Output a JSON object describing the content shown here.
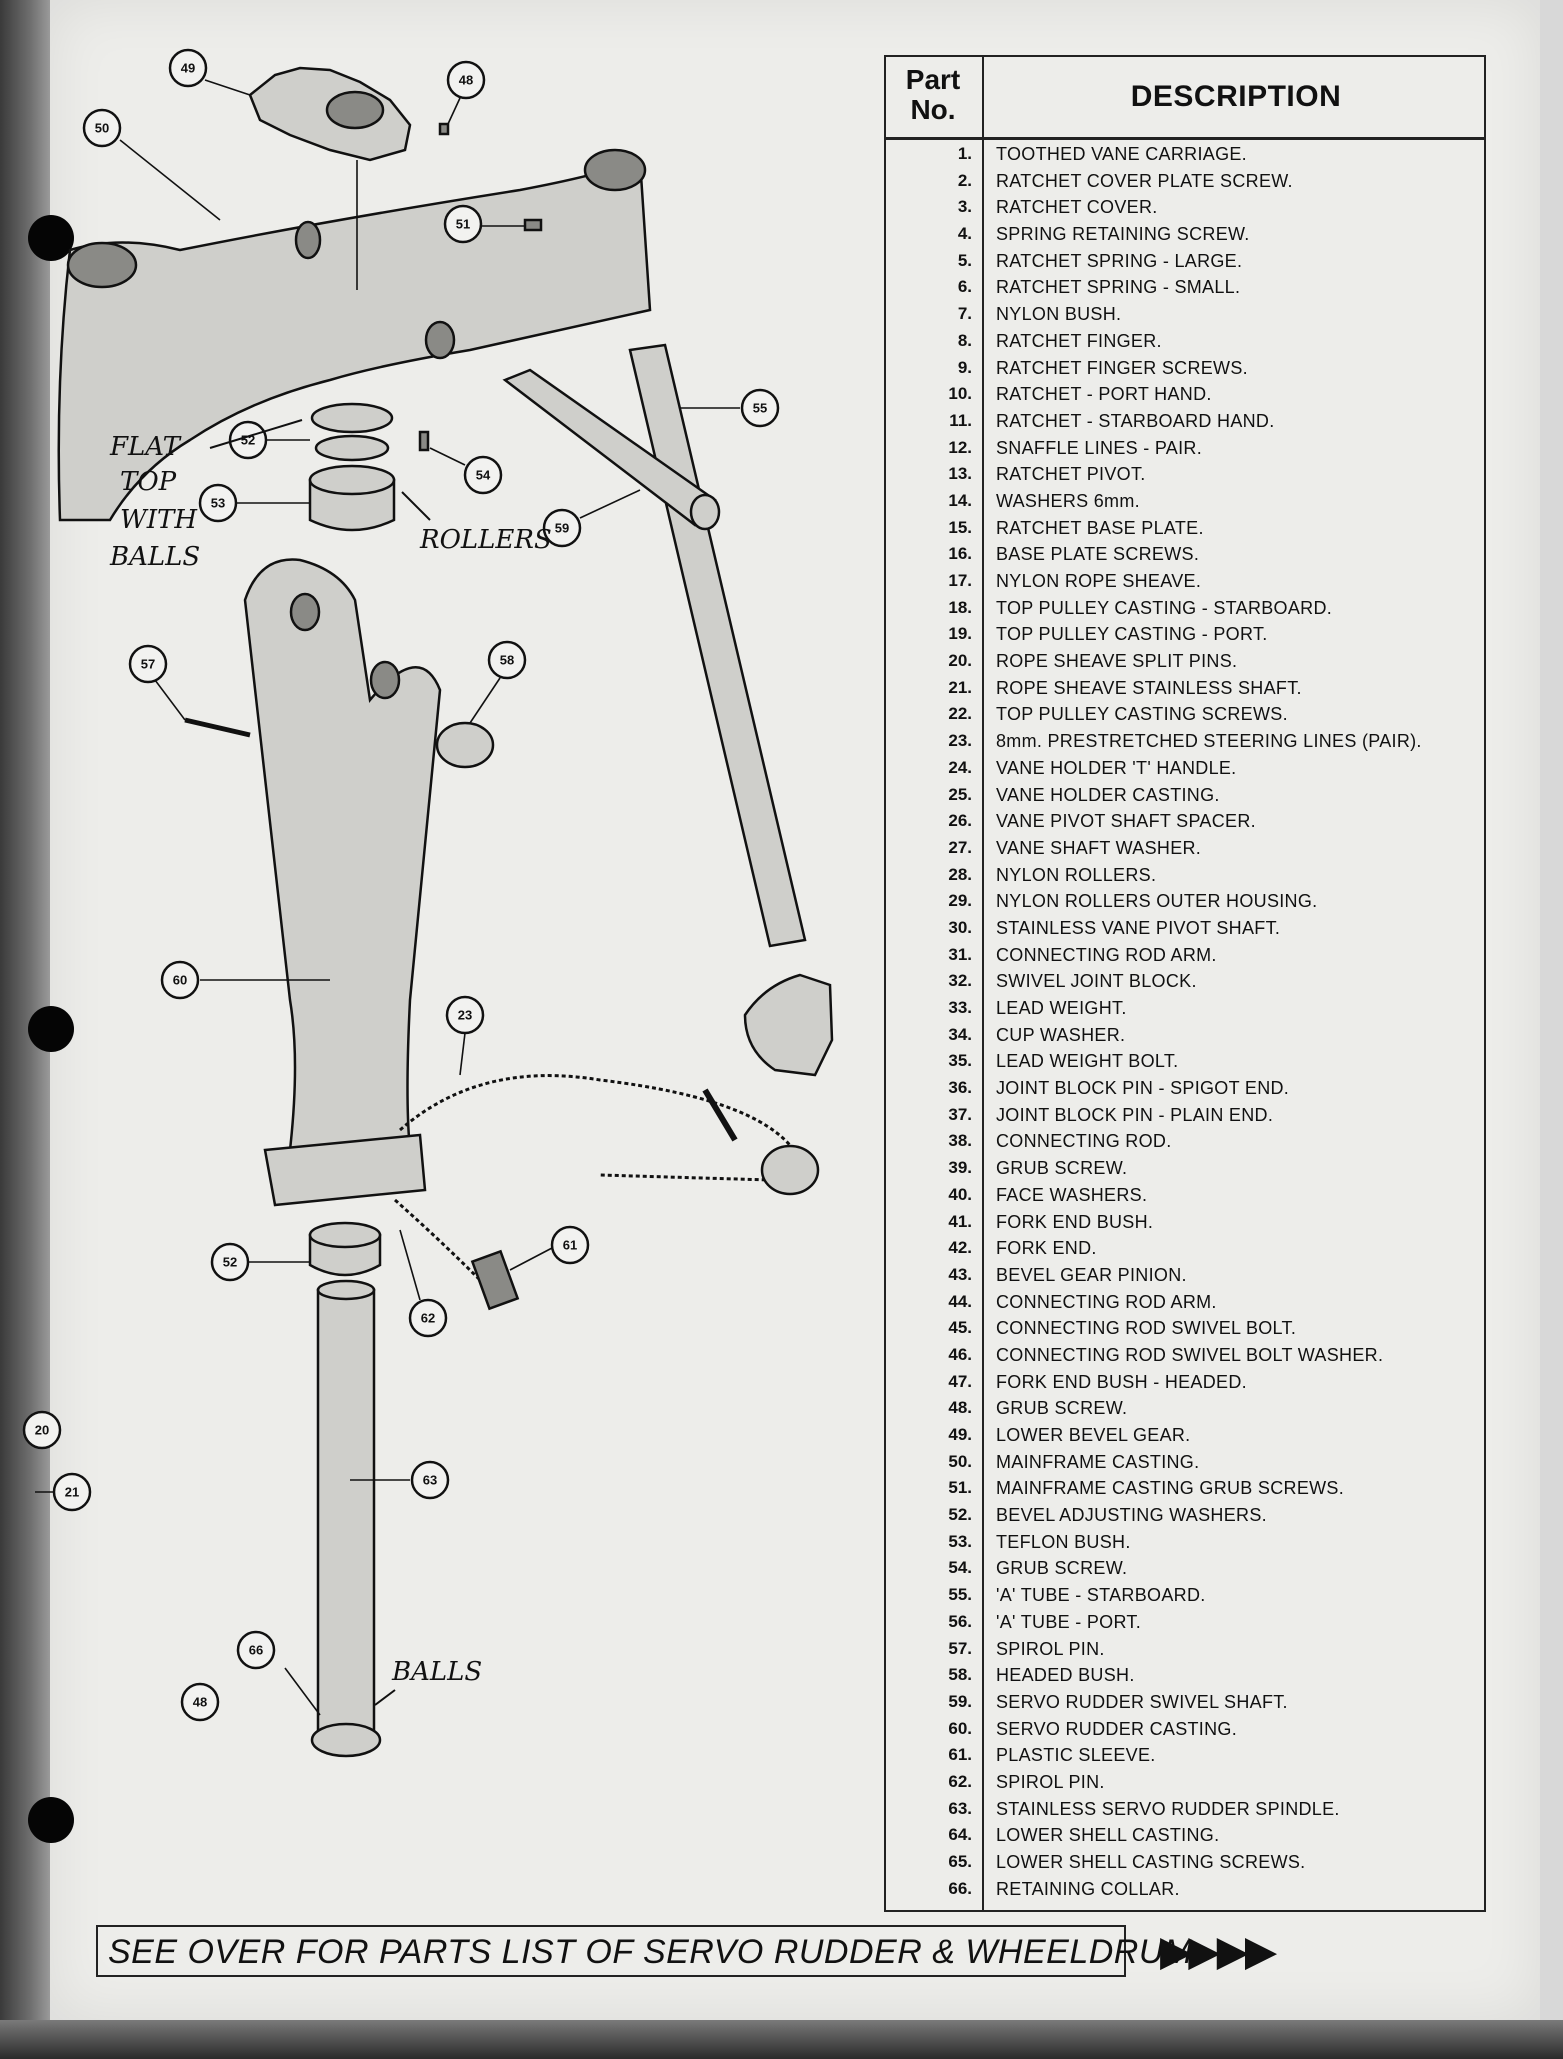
{
  "table": {
    "header_partno": "Part\nNo.",
    "header_description": "DESCRIPTION",
    "parts": [
      {
        "no": "1.",
        "desc": "TOOTHED VANE CARRIAGE."
      },
      {
        "no": "2.",
        "desc": "RATCHET COVER PLATE SCREW."
      },
      {
        "no": "3.",
        "desc": "RATCHET COVER."
      },
      {
        "no": "4.",
        "desc": "SPRING RETAINING SCREW."
      },
      {
        "no": "5.",
        "desc": "RATCHET SPRING - LARGE."
      },
      {
        "no": "6.",
        "desc": "RATCHET SPRING - SMALL."
      },
      {
        "no": "7.",
        "desc": "NYLON BUSH."
      },
      {
        "no": "8.",
        "desc": "RATCHET FINGER."
      },
      {
        "no": "9.",
        "desc": "RATCHET FINGER SCREWS."
      },
      {
        "no": "10.",
        "desc": "RATCHET - PORT HAND."
      },
      {
        "no": "11.",
        "desc": "RATCHET - STARBOARD HAND."
      },
      {
        "no": "12.",
        "desc": "SNAFFLE LINES - PAIR."
      },
      {
        "no": "13.",
        "desc": "RATCHET PIVOT."
      },
      {
        "no": "14.",
        "desc": "WASHERS 6mm."
      },
      {
        "no": "15.",
        "desc": "RATCHET BASE PLATE."
      },
      {
        "no": "16.",
        "desc": "BASE PLATE SCREWS."
      },
      {
        "no": "17.",
        "desc": "NYLON ROPE SHEAVE."
      },
      {
        "no": "18.",
        "desc": "TOP PULLEY CASTING - STARBOARD."
      },
      {
        "no": "19.",
        "desc": "TOP PULLEY CASTING - PORT."
      },
      {
        "no": "20.",
        "desc": "ROPE SHEAVE SPLIT PINS."
      },
      {
        "no": "21.",
        "desc": "ROPE SHEAVE STAINLESS SHAFT."
      },
      {
        "no": "22.",
        "desc": "TOP PULLEY CASTING SCREWS."
      },
      {
        "no": "23.",
        "desc": "8mm. PRESTRETCHED STEERING LINES (PAIR)."
      },
      {
        "no": "24.",
        "desc": "VANE HOLDER 'T' HANDLE."
      },
      {
        "no": "25.",
        "desc": "VANE HOLDER CASTING."
      },
      {
        "no": "26.",
        "desc": "VANE PIVOT SHAFT SPACER."
      },
      {
        "no": "27.",
        "desc": "VANE SHAFT WASHER."
      },
      {
        "no": "28.",
        "desc": "NYLON ROLLERS."
      },
      {
        "no": "29.",
        "desc": "NYLON ROLLERS OUTER HOUSING."
      },
      {
        "no": "30.",
        "desc": "STAINLESS VANE PIVOT SHAFT."
      },
      {
        "no": "31.",
        "desc": "CONNECTING ROD ARM."
      },
      {
        "no": "32.",
        "desc": "SWIVEL JOINT BLOCK."
      },
      {
        "no": "33.",
        "desc": "LEAD WEIGHT."
      },
      {
        "no": "34.",
        "desc": "CUP WASHER."
      },
      {
        "no": "35.",
        "desc": "LEAD WEIGHT BOLT."
      },
      {
        "no": "36.",
        "desc": "JOINT BLOCK PIN - SPIGOT END."
      },
      {
        "no": "37.",
        "desc": "JOINT BLOCK PIN - PLAIN END."
      },
      {
        "no": "38.",
        "desc": "CONNECTING ROD."
      },
      {
        "no": "39.",
        "desc": "GRUB SCREW."
      },
      {
        "no": "40.",
        "desc": "FACE WASHERS."
      },
      {
        "no": "41.",
        "desc": "FORK END BUSH."
      },
      {
        "no": "42.",
        "desc": "FORK END."
      },
      {
        "no": "43.",
        "desc": "BEVEL GEAR PINION."
      },
      {
        "no": "44.",
        "desc": "CONNECTING ROD ARM."
      },
      {
        "no": "45.",
        "desc": "CONNECTING ROD SWIVEL BOLT."
      },
      {
        "no": "46.",
        "desc": "CONNECTING ROD SWIVEL BOLT WASHER."
      },
      {
        "no": "47.",
        "desc": "FORK END BUSH - HEADED."
      },
      {
        "no": "48.",
        "desc": "GRUB SCREW."
      },
      {
        "no": "49.",
        "desc": "LOWER BEVEL GEAR."
      },
      {
        "no": "50.",
        "desc": "MAINFRAME CASTING."
      },
      {
        "no": "51.",
        "desc": "MAINFRAME CASTING GRUB SCREWS."
      },
      {
        "no": "52.",
        "desc": "BEVEL ADJUSTING WASHERS."
      },
      {
        "no": "53.",
        "desc": "TEFLON BUSH."
      },
      {
        "no": "54.",
        "desc": "GRUB SCREW."
      },
      {
        "no": "55.",
        "desc": "'A' TUBE - STARBOARD."
      },
      {
        "no": "56.",
        "desc": "'A' TUBE - PORT."
      },
      {
        "no": "57.",
        "desc": "SPIROL PIN."
      },
      {
        "no": "58.",
        "desc": "HEADED BUSH."
      },
      {
        "no": "59.",
        "desc": "SERVO RUDDER SWIVEL SHAFT."
      },
      {
        "no": "60.",
        "desc": "SERVO RUDDER CASTING."
      },
      {
        "no": "61.",
        "desc": "PLASTIC SLEEVE."
      },
      {
        "no": "62.",
        "desc": "SPIROL PIN."
      },
      {
        "no": "63.",
        "desc": "STAINLESS SERVO RUDDER SPINDLE."
      },
      {
        "no": "64.",
        "desc": "LOWER SHELL CASTING."
      },
      {
        "no": "65.",
        "desc": "LOWER SHELL CASTING SCREWS."
      },
      {
        "no": "66.",
        "desc": "RETAINING COLLAR."
      }
    ]
  },
  "footer": {
    "note": "SEE OVER FOR PARTS LIST OF SERVO RUDDER & WHEELDRUM",
    "arrows": "▶▶▶▶"
  },
  "diagram": {
    "callouts": [
      "49",
      "48",
      "50",
      "51",
      "55",
      "52",
      "54",
      "53",
      "59",
      "57",
      "58",
      "60",
      "23",
      "61",
      "52",
      "62",
      "20",
      "21",
      "63",
      "66",
      "48"
    ],
    "handwritten": {
      "flat_top": "FLAT",
      "top": "TOP",
      "with": "WITH",
      "balls": "BALLS",
      "rollers": "ROLLERS",
      "balls_lower": "BALLS"
    }
  }
}
